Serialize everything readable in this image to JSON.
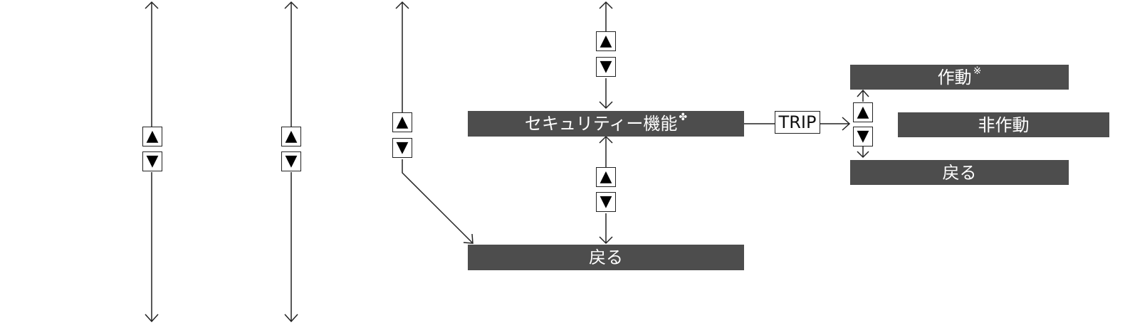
{
  "menu": {
    "security": {
      "label": "セキュリティー機能",
      "mark": "✤"
    },
    "back_main": {
      "label": "戻る"
    }
  },
  "submenu": {
    "on": {
      "label": "作動",
      "mark": "※"
    },
    "off": {
      "label": "非作動"
    },
    "back": {
      "label": "戻る"
    }
  },
  "trip_button": {
    "label": "TRIP"
  },
  "icons": {
    "up": "▲",
    "down": "▼"
  }
}
